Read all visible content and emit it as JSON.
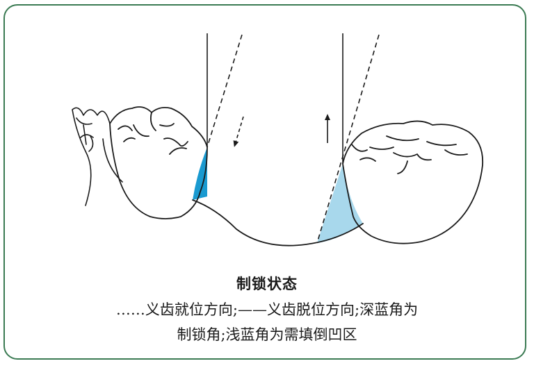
{
  "colors": {
    "frame": "#3a7a52",
    "locking_angle": "#1a9ad0",
    "undercut_area": "#a8d8ec",
    "line": "#1a1a1a"
  },
  "caption": {
    "title": "制锁状态",
    "line1": "……义齿就位方向;——义齿脱位方向;深蓝角为",
    "line2": "制锁角;浅蓝角为需填倒凹区"
  }
}
